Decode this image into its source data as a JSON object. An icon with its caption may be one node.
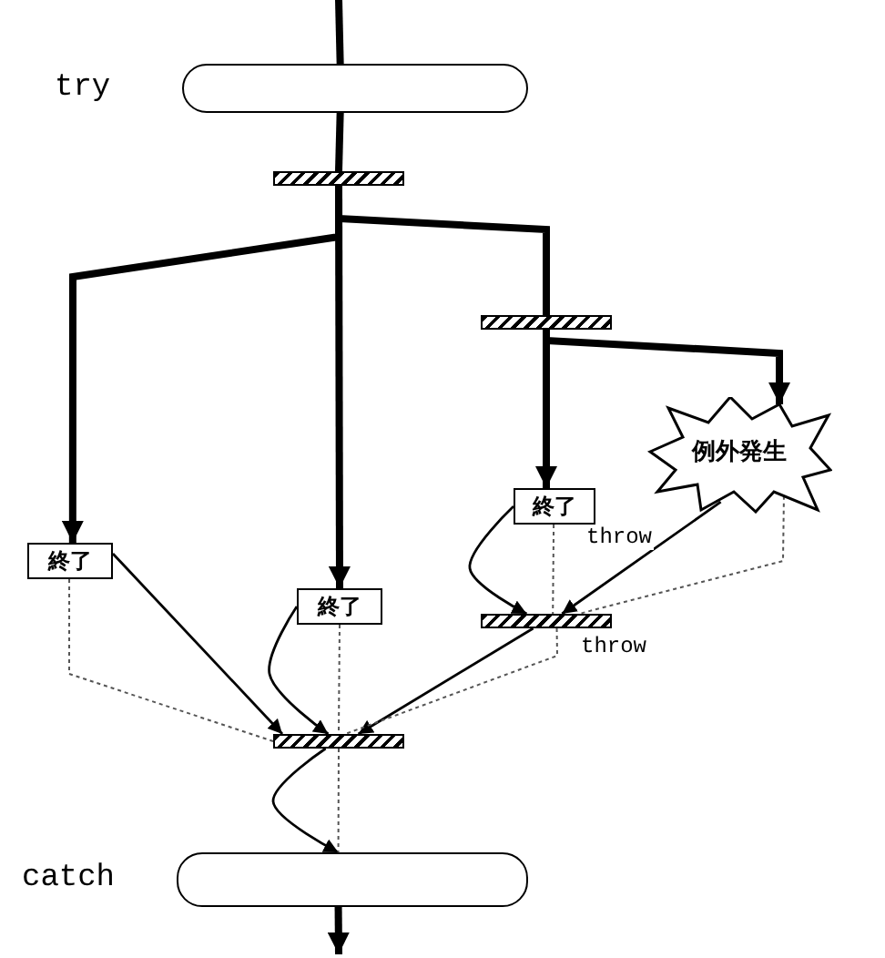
{
  "diagram": {
    "nodes": [
      {
        "text": [
          "try"
        ]
      },
      {
        "text": [],
        "shape": "bar"
      },
      {
        "text": [],
        "shape": "bar"
      },
      {
        "text": [
          "終了"
        ]
      },
      {
        "text": [
          "終了"
        ]
      },
      {
        "text": [
          "終了"
        ]
      },
      {
        "text": [
          "例外発生"
        ]
      },
      {
        "text": [],
        "shape": "bar"
      },
      {
        "text": [],
        "shape": "bar"
      },
      {
        "text": [
          "catch"
        ]
      }
    ],
    "edges": [
      {
        "from": null,
        "to": 0,
        "arrow": "none",
        "style": "thick"
      },
      {
        "from": 0,
        "to": 1,
        "arrow": "none",
        "style": "thick"
      },
      {
        "from": 1,
        "to": 3,
        "arrow": "to",
        "style": "thick"
      },
      {
        "from": 1,
        "to": 4,
        "arrow": "to",
        "style": "thick"
      },
      {
        "from": 1,
        "to": 2,
        "arrow": "none",
        "style": "thick"
      },
      {
        "from": 2,
        "to": 5,
        "arrow": "to",
        "style": "thick"
      },
      {
        "from": 2,
        "to": 6,
        "arrow": "to",
        "style": "thick"
      },
      {
        "from": 3,
        "to": 8,
        "arrow": "to"
      },
      {
        "from": 4,
        "to": 8,
        "arrow": "to"
      },
      {
        "from": 5,
        "to": 7,
        "arrow": "to"
      },
      {
        "from": 6,
        "to": 7,
        "arrow": "to",
        "label": "throw"
      },
      {
        "from": 7,
        "to": 8,
        "arrow": "to",
        "label": "throw"
      },
      {
        "from": 8,
        "to": 9,
        "arrow": "to"
      },
      {
        "from": 9,
        "to": null,
        "arrow": "to",
        "style": "thick"
      },
      {
        "from": 3,
        "to": 8,
        "arrow": "none",
        "style": "dashed"
      },
      {
        "from": 4,
        "to": 8,
        "arrow": "none",
        "style": "dashed"
      },
      {
        "from": 8,
        "to": 9,
        "arrow": "none",
        "style": "dashed"
      },
      {
        "from": 5,
        "to": 7,
        "arrow": "none",
        "style": "dashed"
      },
      {
        "from": 6,
        "to": 7,
        "arrow": "none",
        "style": "dashed"
      },
      {
        "from": 7,
        "to": 8,
        "arrow": "none",
        "style": "dashed"
      }
    ]
  }
}
